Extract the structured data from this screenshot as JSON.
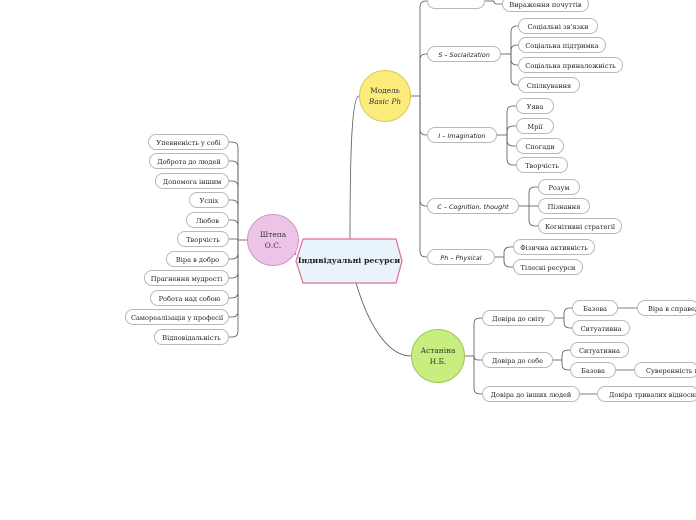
{
  "root": {
    "label": "Індивідуальні ресурси"
  },
  "branches": {
    "model": {
      "title": [
        "Модель",
        "Basic Ph"
      ],
      "color": "#fbec7c",
      "categories": [
        {
          "label": "",
          "items": [
            "Вираження почуттів"
          ]
        },
        {
          "label": "S – Socialization",
          "items": [
            "Соціальні зв'язки",
            "Соціальна підтримка",
            "Соціальна приналежність",
            "Спілкування"
          ]
        },
        {
          "label": "I – Imagination",
          "items": [
            "Уява",
            "Мрії",
            "Спогади",
            "Творчість"
          ]
        },
        {
          "label": "C – Cognition, thought",
          "items": [
            "Розум",
            "Пізнання",
            "Когнітивні стратегії"
          ]
        },
        {
          "label": "Ph – Physical",
          "items": [
            "Фізична активність",
            "Тілесні ресурси"
          ]
        }
      ]
    },
    "shtepa": {
      "title": [
        "Штепа",
        "О.С."
      ],
      "color": "#eec3e8",
      "items": [
        "Упевненість у собі",
        "Доброта до людей",
        "Допомога іншим",
        "Успіх",
        "Любов",
        "Творчість",
        "Віра в добро",
        "Прагнення мудрості",
        "Робота над собою",
        "Самореалізація у професії",
        "Відповідальність"
      ]
    },
    "astanina": {
      "title": [
        "Астаніна",
        "Н.Б."
      ],
      "color": "#c7ee7e",
      "categories": [
        {
          "label": "Довіра до світу",
          "items": [
            {
              "label": "Базова",
              "sub": "Віра в справедливість"
            },
            {
              "label": "Ситуативна",
              "sub": ""
            }
          ]
        },
        {
          "label": "Довіра до себе",
          "items": [
            {
              "label": "Ситуативна",
              "sub": ""
            },
            {
              "label": "Базова",
              "sub": "Суверенність психологічного простору"
            }
          ]
        },
        {
          "label": "Довіра до інших людей",
          "items": [
            {
              "label": "Довіра тривалих відносин",
              "sub": ""
            }
          ]
        }
      ]
    }
  },
  "colors": {
    "connector": "#555555",
    "pill_border": "#b8b8b8",
    "root_fill": "#e9f3fb",
    "root_border": "#e06a9a"
  }
}
